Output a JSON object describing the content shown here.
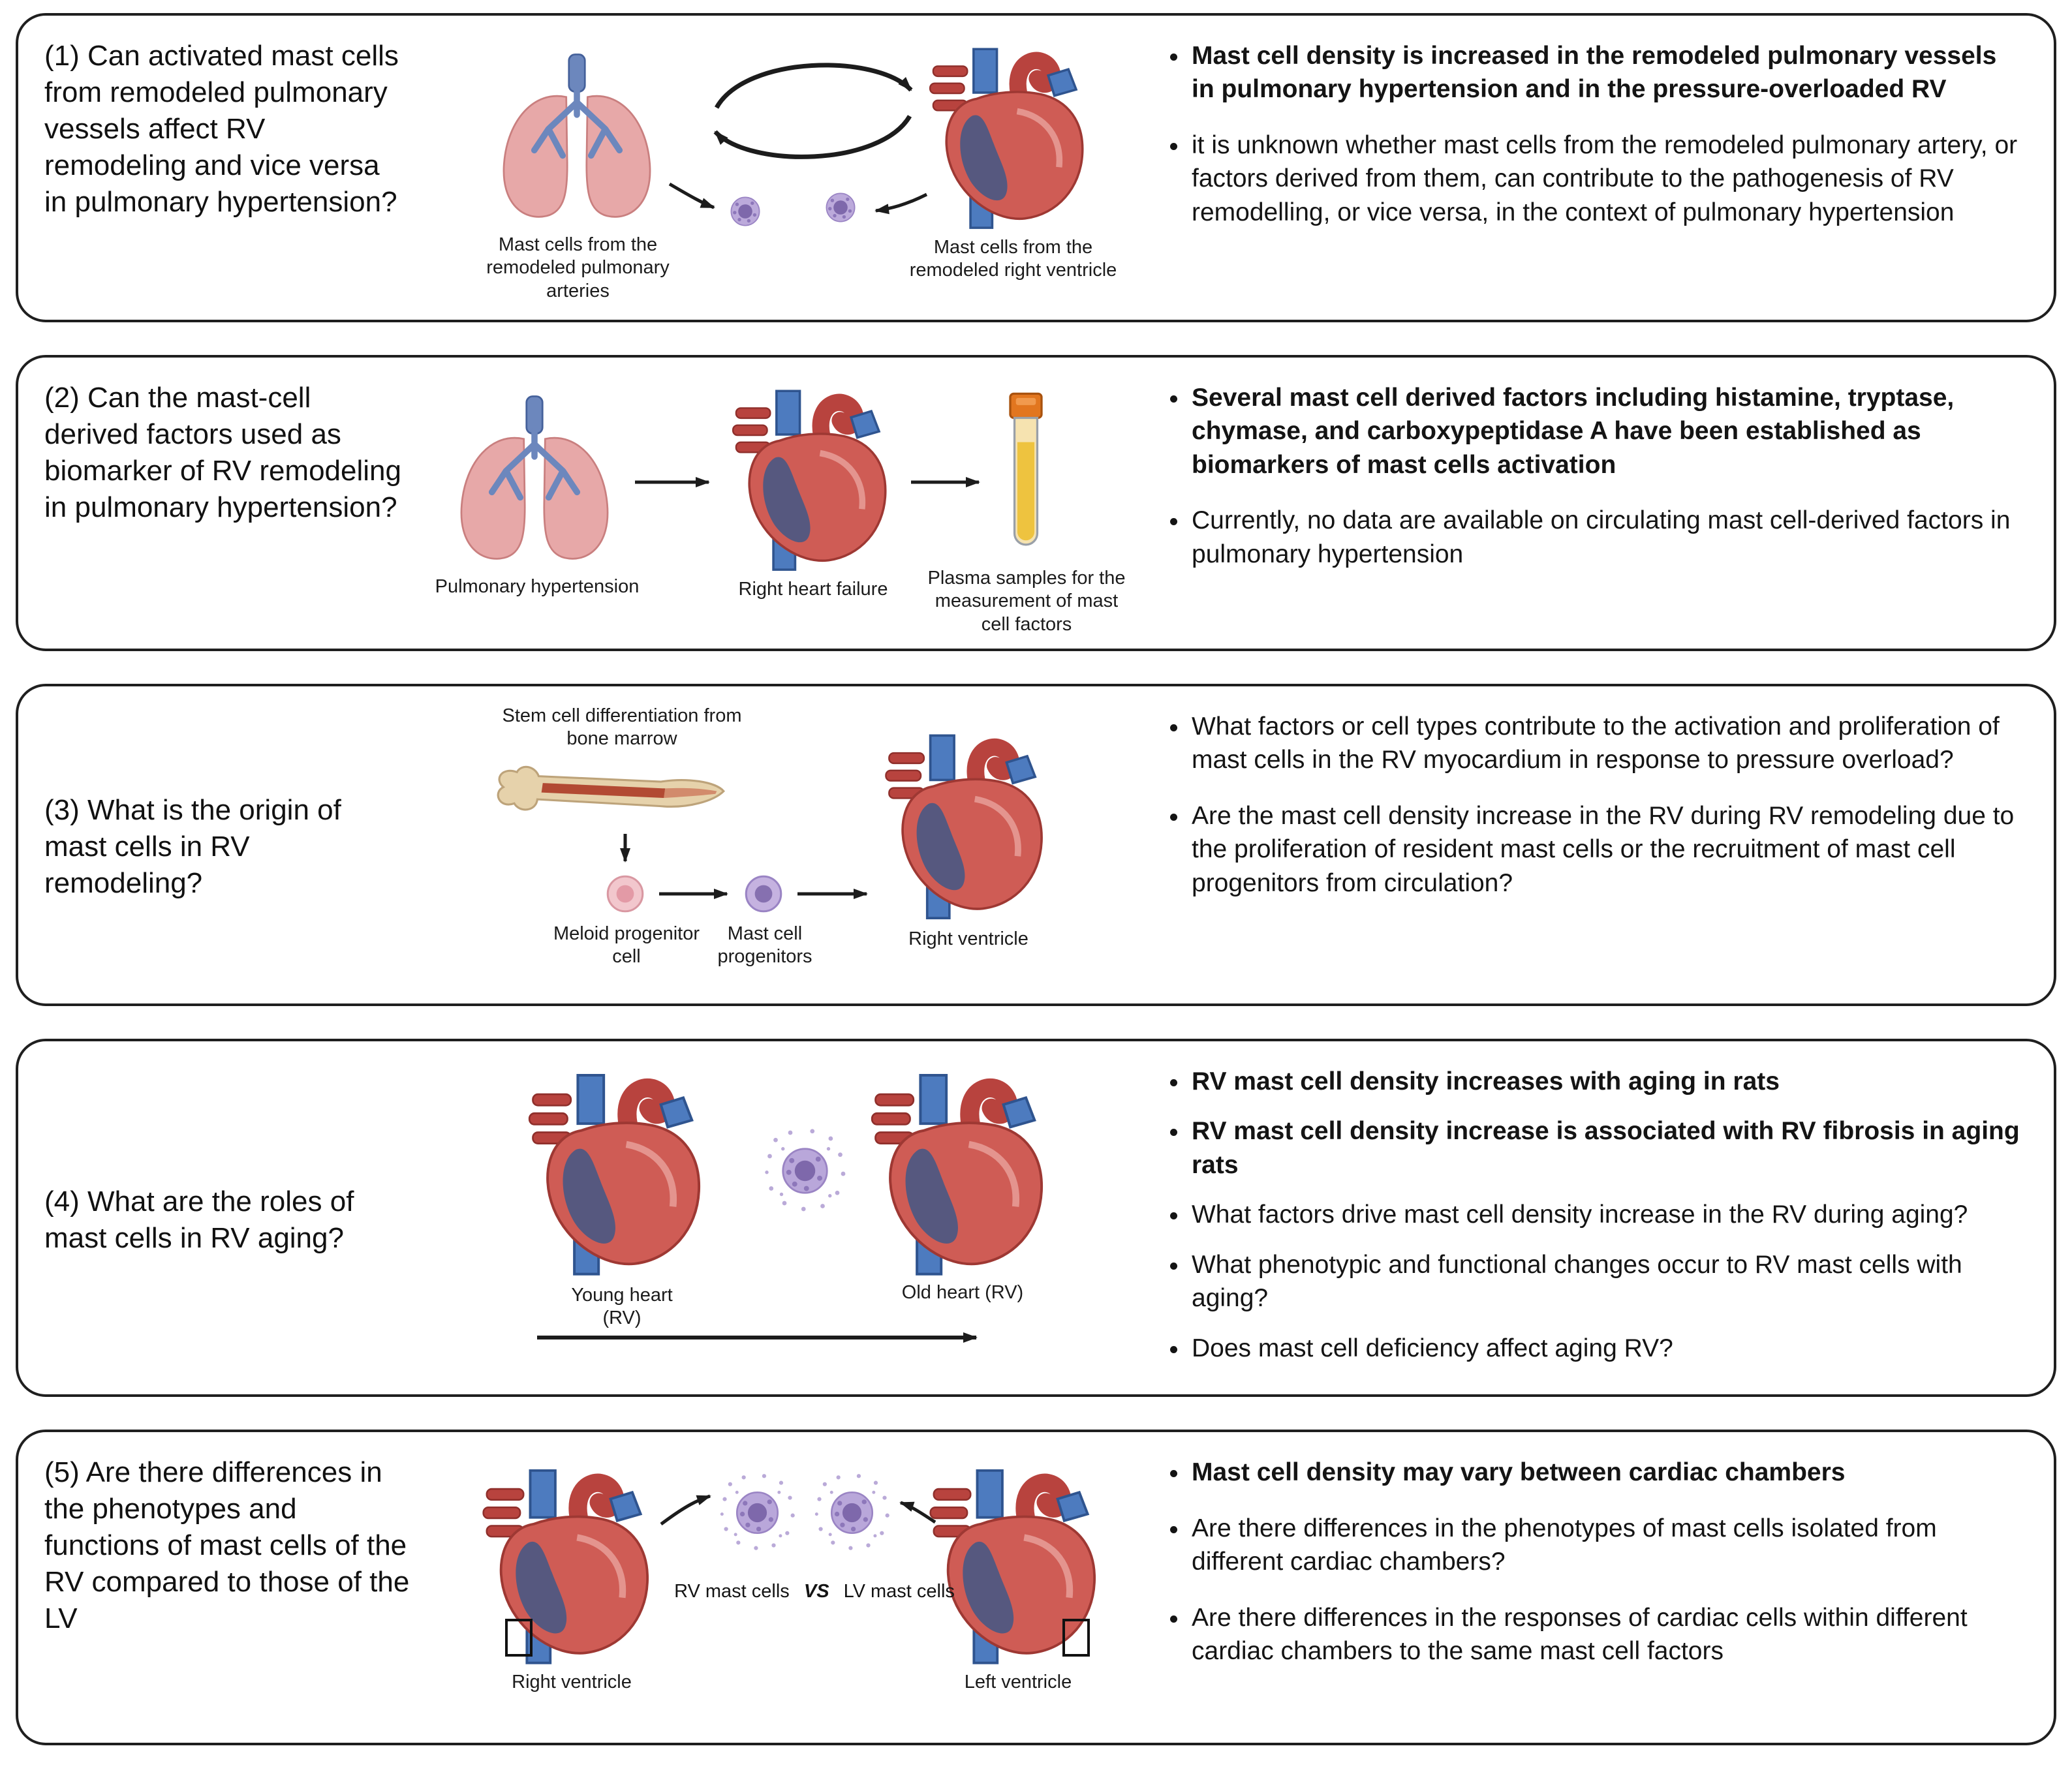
{
  "figure": {
    "art_colors": {
      "panel_border": "#1f1f1f",
      "heart_red": "#cf5c55",
      "vessel_blue": "#4d7bbf",
      "lung_pink": "#e7a8a8",
      "mast_cell_purple": "#bcaadb",
      "tube_cap_orange": "#e2761f",
      "plasma_yellow": "#eec33f",
      "bone_tan": "#e6d2ab"
    },
    "icons": [
      "lungs-icon",
      "heart-icon",
      "mast-cell-icon",
      "cycle-arrows-icon",
      "test-tube-icon",
      "bone-icon",
      "myeloid-progenitor-cell-icon",
      "mast-cell-progenitor-icon",
      "arrow-icon"
    ],
    "panels": [
      {
        "number": "1",
        "question": "(1) Can activated mast cells from remodeled pulmonary vessels affect RV remodeling and vice versa in pulmonary hypertension?",
        "labels": [
          "Mast cells from the remodeled pulmonary arteries",
          "Mast cells from the remodeled right ventricle"
        ],
        "bullets": [
          {
            "bold": true,
            "text": "Mast cell density is increased in the remodeled pulmonary vessels in pulmonary hypertension and in the pressure-overloaded RV"
          },
          {
            "bold": false,
            "text": "it is unknown whether mast cells from the remodeled pulmonary artery, or factors derived from them, can contribute to the pathogenesis of RV remodelling, or vice versa, in the context of pulmonary hypertension"
          }
        ]
      },
      {
        "number": "2",
        "question": "(2) Can the mast-cell derived factors used as biomarker of RV remodeling in pulmonary hypertension?",
        "labels": [
          "Pulmonary hypertension",
          "Right heart failure",
          "Plasma samples for the measurement of mast cell factors"
        ],
        "bullets": [
          {
            "bold": true,
            "text": "Several mast cell derived factors including histamine, tryptase, chymase, and carboxypeptidase A have been established as biomarkers of mast cells activation"
          },
          {
            "bold": false,
            "text": "Currently, no data are available on circulating mast cell-derived factors in pulmonary hypertension"
          }
        ]
      },
      {
        "number": "3",
        "question": "(3) What is the origin of mast cells in RV remodeling?",
        "labels": [
          "Stem cell differentiation from bone marrow",
          "Meloid progenitor cell",
          "Mast cell progenitors",
          "Right ventricle"
        ],
        "bullets": [
          {
            "bold": false,
            "text": "What factors or cell types contribute to the activation and proliferation of mast cells in the RV myocardium in response to pressure overload?"
          },
          {
            "bold": false,
            "text": "Are the mast cell density increase in the RV during RV remodeling due to the proliferation of resident mast cells or the recruitment of mast cell progenitors from circulation?"
          }
        ]
      },
      {
        "number": "4",
        "question": "(4) What are the roles of mast cells in RV aging?",
        "labels": [
          "Young heart (RV)",
          "Old heart (RV)"
        ],
        "bullets": [
          {
            "bold": true,
            "text": "RV mast cell density increases with aging in rats"
          },
          {
            "bold": true,
            "text": "RV mast cell density increase is associated with RV fibrosis in aging rats"
          },
          {
            "bold": false,
            "text": "What factors drive mast cell density increase in the RV during aging?"
          },
          {
            "bold": false,
            "text": "What phenotypic and functional changes occur to RV mast cells with aging?"
          },
          {
            "bold": false,
            "text": "Does mast cell deficiency affect aging RV?"
          }
        ]
      },
      {
        "number": "5",
        "question": "(5) Are there differences in the phenotypes and functions of mast cells of the RV compared to those of the LV",
        "labels": [
          "RV mast cells",
          "VS",
          "LV mast cells",
          "Right ventricle",
          "Left ventricle"
        ],
        "bullets": [
          {
            "bold": true,
            "text": "Mast cell density may vary between cardiac chambers"
          },
          {
            "bold": false,
            "text": "Are there differences in the phenotypes of mast cells isolated from different cardiac chambers?"
          },
          {
            "bold": false,
            "text": "Are there differences in the responses of cardiac cells within different cardiac chambers to the same mast cell factors"
          }
        ]
      }
    ]
  }
}
